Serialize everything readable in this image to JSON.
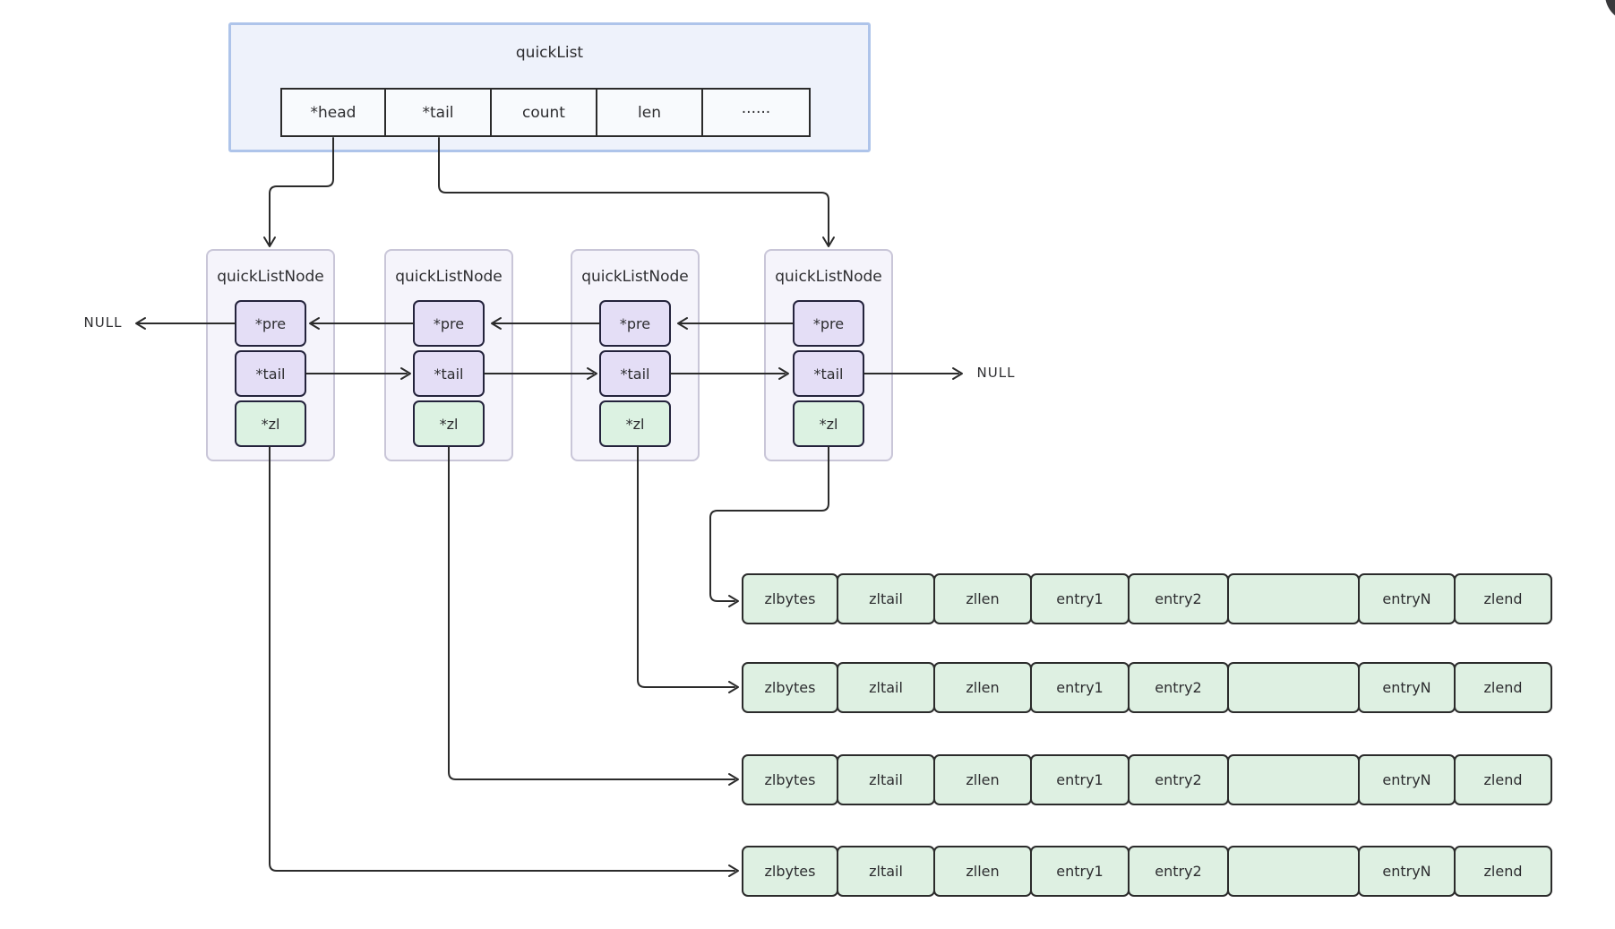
{
  "quicklist": {
    "title": "quickList",
    "fields": [
      "*head",
      "*tail",
      "count",
      "len",
      "······"
    ]
  },
  "nodes": [
    {
      "title": "quickListNode",
      "pre": "*pre",
      "tail": "*tail",
      "zl": "*zl"
    },
    {
      "title": "quickListNode",
      "pre": "*pre",
      "tail": "*tail",
      "zl": "*zl"
    },
    {
      "title": "quickListNode",
      "pre": "*pre",
      "tail": "*tail",
      "zl": "*zl"
    },
    {
      "title": "quickListNode",
      "pre": "*pre",
      "tail": "*tail",
      "zl": "*zl"
    }
  ],
  "labels": {
    "null_left": "NULL",
    "null_right": "NULL"
  },
  "ziplists": [
    {
      "cells": [
        "zlbytes",
        "zltail",
        "zllen",
        "entry1",
        "entry2",
        "",
        "entryN",
        "zlend"
      ]
    },
    {
      "cells": [
        "zlbytes",
        "zltail",
        "zllen",
        "entry1",
        "entry2",
        "",
        "entryN",
        "zlend"
      ]
    },
    {
      "cells": [
        "zlbytes",
        "zltail",
        "zllen",
        "entry1",
        "entry2",
        "",
        "entryN",
        "zlend"
      ]
    },
    {
      "cells": [
        "zlbytes",
        "zltail",
        "zllen",
        "entry1",
        "entry2",
        "",
        "entryN",
        "zlend"
      ]
    }
  ],
  "colors": {
    "background": "#ffffff",
    "quicklist_fill": "#eef2fb",
    "quicklist_border": "#aec4ea",
    "field_cell_fill": "#f8fafd",
    "node_fill": "#f5f4fb",
    "node_border": "#c9c6d8",
    "pointer_cell_fill": "#e4def6",
    "zl_cell_fill": "#dcf2e2",
    "ziplist_cell_fill": "#def0e2",
    "line": "#2b2b2b",
    "text": "#2d2d30",
    "corner_shape": "#39393b"
  }
}
